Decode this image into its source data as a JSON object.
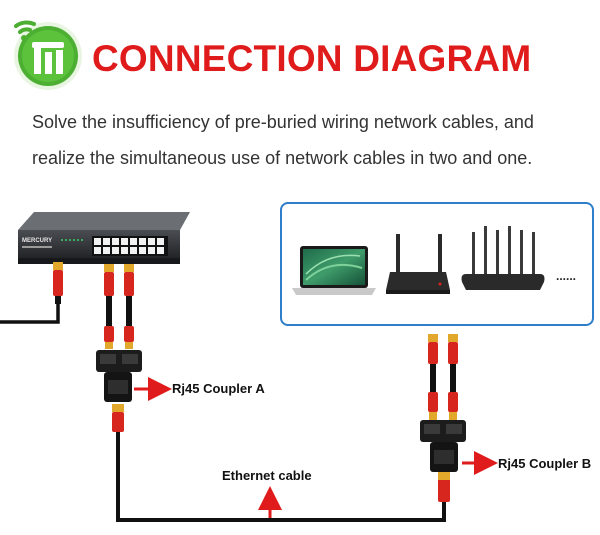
{
  "header": {
    "title": "CONNECTION DIAGRAM",
    "description_line1": "Solve the insufficiency of pre-buried wiring network cables, and",
    "description_line2": "realize the simultaneous use of network cables in two and one."
  },
  "switch": {
    "brand": "MERCURY"
  },
  "devices": {
    "items": [
      "laptop",
      "router",
      "wifi-router"
    ],
    "more_indicator": "......"
  },
  "labels": {
    "coupler_a": "Rj45 Coupler A",
    "coupler_b": "Rj45 Coupler B",
    "ethernet_cable": "Ethernet cable"
  },
  "colors": {
    "title_red": "#e01b1b",
    "arrow_red": "#e01b1b",
    "box_blue": "#2f7ec9",
    "cable_black": "#111111",
    "connector_red": "#d7261e",
    "connector_gold": "#e2a82b",
    "logo_green": "#4caf32"
  }
}
